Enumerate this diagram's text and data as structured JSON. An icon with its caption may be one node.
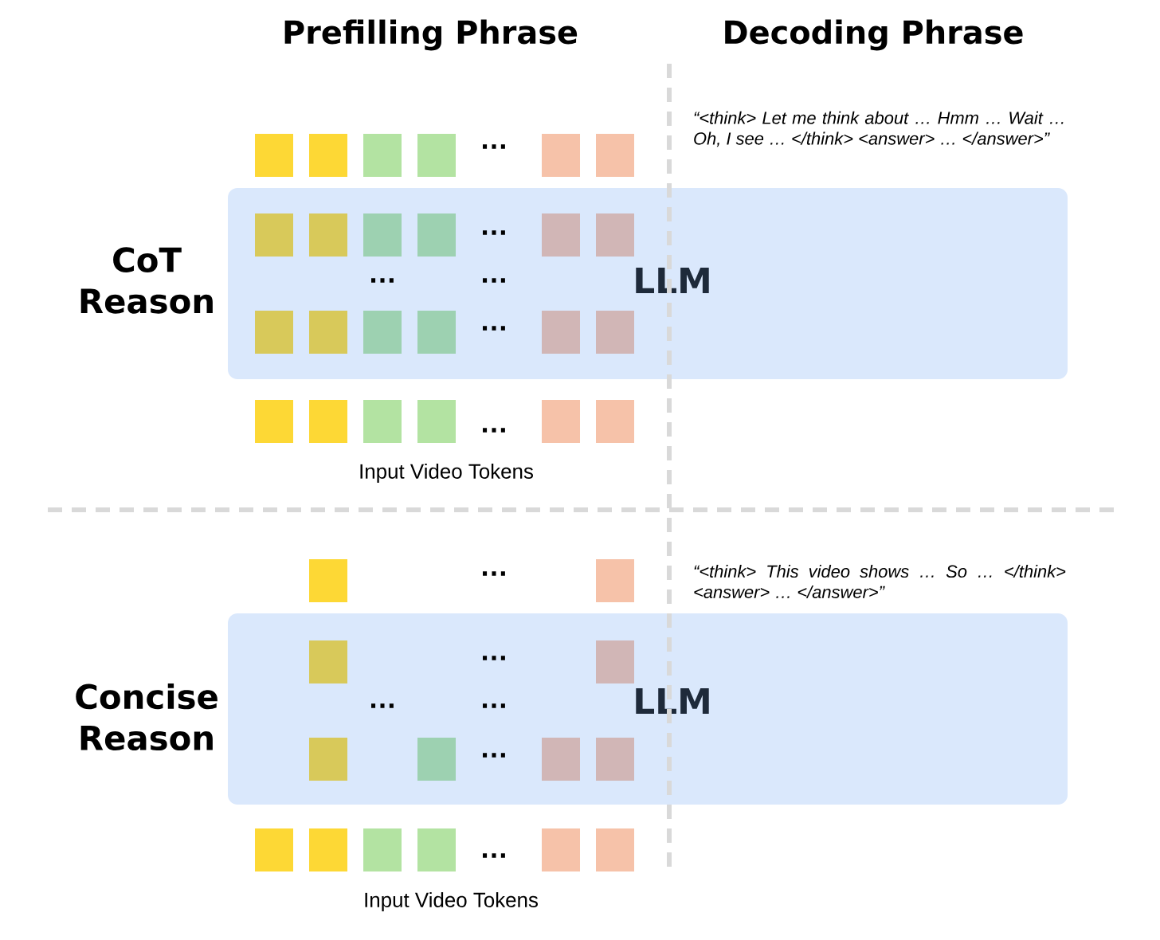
{
  "diagram": {
    "nodes": [
      {
        "text": [
          "LLM"
        ]
      },
      {
        "text": [
          "LLM"
        ]
      }
    ],
    "labels": [
      "Prefilling Phrase",
      "Decoding Phrase",
      "“<think> Let me think about … Hmm … Wait … Oh, I see … </think> <answer> … </answer>”",
      "…",
      "…",
      "CoT Reason",
      "…",
      "…",
      "…",
      "…",
      "Input Video Tokens",
      "“<think> This video shows … So … </think> <answer> … </answer>”",
      "…",
      "…",
      "Concise Reason",
      "…",
      "…",
      "…",
      "…",
      "Input Video Tokens"
    ]
  }
}
